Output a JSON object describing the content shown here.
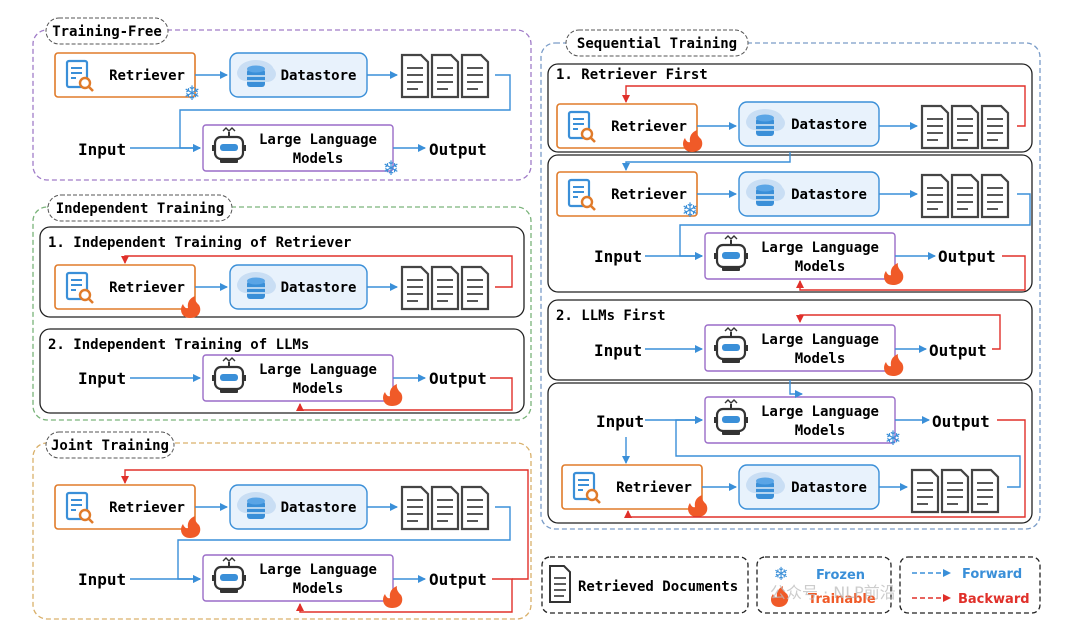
{
  "sections": {
    "training_free": {
      "title": "Training-Free"
    },
    "independent": {
      "title": "Independent Training",
      "sub1": "1. Independent Training of Retriever",
      "sub2": "2. Independent Training of LLMs"
    },
    "joint": {
      "title": "Joint Training"
    },
    "sequential": {
      "title": "Sequential Training",
      "sub1": "1. Retriever First",
      "sub2": "2. LLMs First"
    }
  },
  "labels": {
    "retriever": "Retriever",
    "datastore": "Datastore",
    "llm_line1": "Large Language",
    "llm_line2": "Models",
    "input": "Input",
    "output": "Output"
  },
  "legend": {
    "documents": "Retrieved Documents",
    "frozen": "Frozen",
    "trainable": "Trainable",
    "forward": "Forward",
    "backward": "Backward"
  },
  "watermark": "公众号 · NLP前沿",
  "colors": {
    "retriever_border": "#e07b2a",
    "datastore_border": "#3a8fd8",
    "datastore_fill": "#e8f2fc",
    "llm_border": "#9a6cc8",
    "forward": "#3a8fd8",
    "backward": "#e0302a",
    "frozen": "#3a8fd8",
    "trainable": "#f05a28",
    "tf_border": "#a07cc8",
    "it_border": "#7ab37a",
    "jt_border": "#d9b06a",
    "st_border": "#7a9cc8"
  }
}
